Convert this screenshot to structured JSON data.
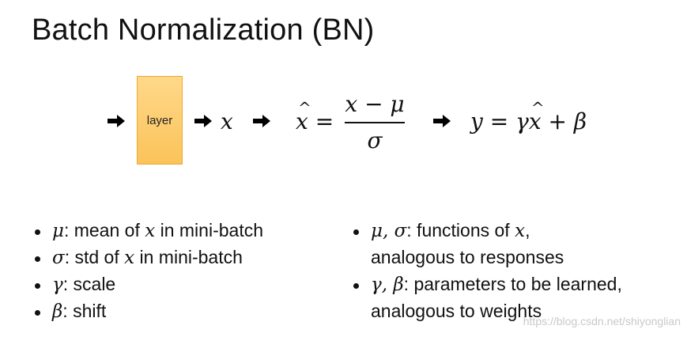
{
  "slide": {
    "title": "Batch Normalization (BN)",
    "diagram": {
      "layer_label": "layer",
      "x": "x",
      "xhat": "x",
      "equals": "=",
      "numerator": "x − μ",
      "denominator": "σ",
      "y_lhs": "y = γ",
      "y_rhs": "+ β"
    },
    "left_list": [
      {
        "sym": "μ",
        "text": ": mean of ",
        "var": "x",
        "tail": " in mini-batch"
      },
      {
        "sym": "σ",
        "text": ": std of ",
        "var": "x",
        "tail": " in mini-batch"
      },
      {
        "sym": "γ",
        "text": ": scale",
        "var": "",
        "tail": ""
      },
      {
        "sym": "β",
        "text": ": shift",
        "var": "",
        "tail": ""
      }
    ],
    "right_list": [
      {
        "sym": "μ, σ",
        "text": ": functions of ",
        "var": "x",
        "tail": ",",
        "line2": "analogous to responses"
      },
      {
        "sym": "γ, β",
        "text": ": parameters to be learned,",
        "var": "",
        "tail": "",
        "line2": "analogous to weights"
      }
    ],
    "watermark": "https://blog.csdn.net/shiyonglian"
  }
}
